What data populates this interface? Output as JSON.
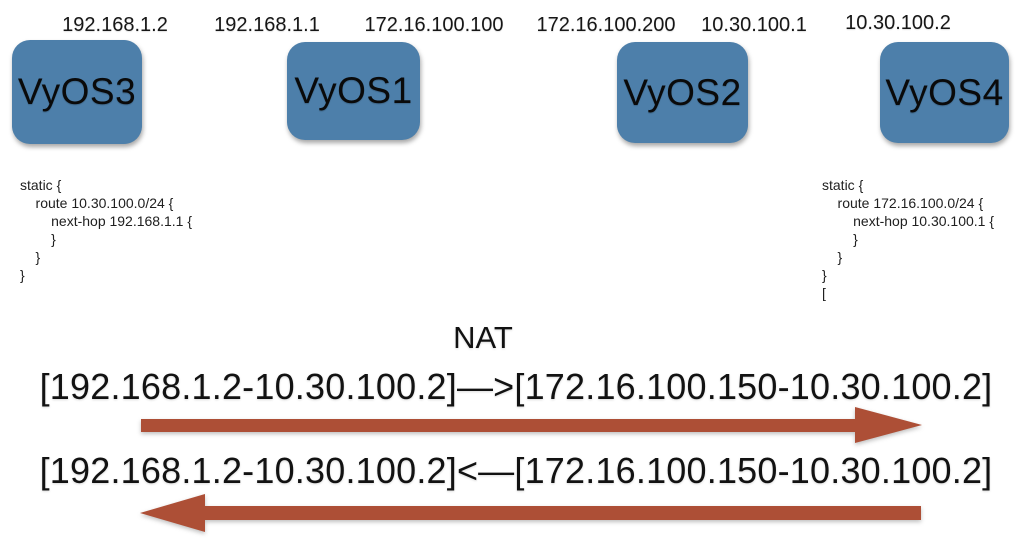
{
  "colors": {
    "node_fill": "#4d7faa",
    "arrow": "#ad4f36",
    "text": "#141414"
  },
  "ip_labels": [
    "192.168.1.2",
    "192.168.1.1",
    "172.16.100.100",
    "172.16.100.200",
    "10.30.100.1",
    "10.30.100.2"
  ],
  "nodes": [
    {
      "label": "VyOS3"
    },
    {
      "label": "VyOS1"
    },
    {
      "label": "VyOS2"
    },
    {
      "label": "VyOS4"
    }
  ],
  "configs": {
    "vyos3": "static {\n    route 10.30.100.0/24 {\n        next-hop 192.168.1.1 {\n        }\n    }\n}",
    "vyos4": "static {\n    route 172.16.100.0/24 {\n        next-hop 10.30.100.1 {\n        }\n    }\n}\n["
  },
  "nat": {
    "title": "NAT",
    "forward_mapping": "[192.168.1.2-10.30.100.2]—>[172.16.100.150-10.30.100.2]",
    "reverse_mapping": "[192.168.1.2-10.30.100.2]<—[172.16.100.150-10.30.100.2]"
  }
}
